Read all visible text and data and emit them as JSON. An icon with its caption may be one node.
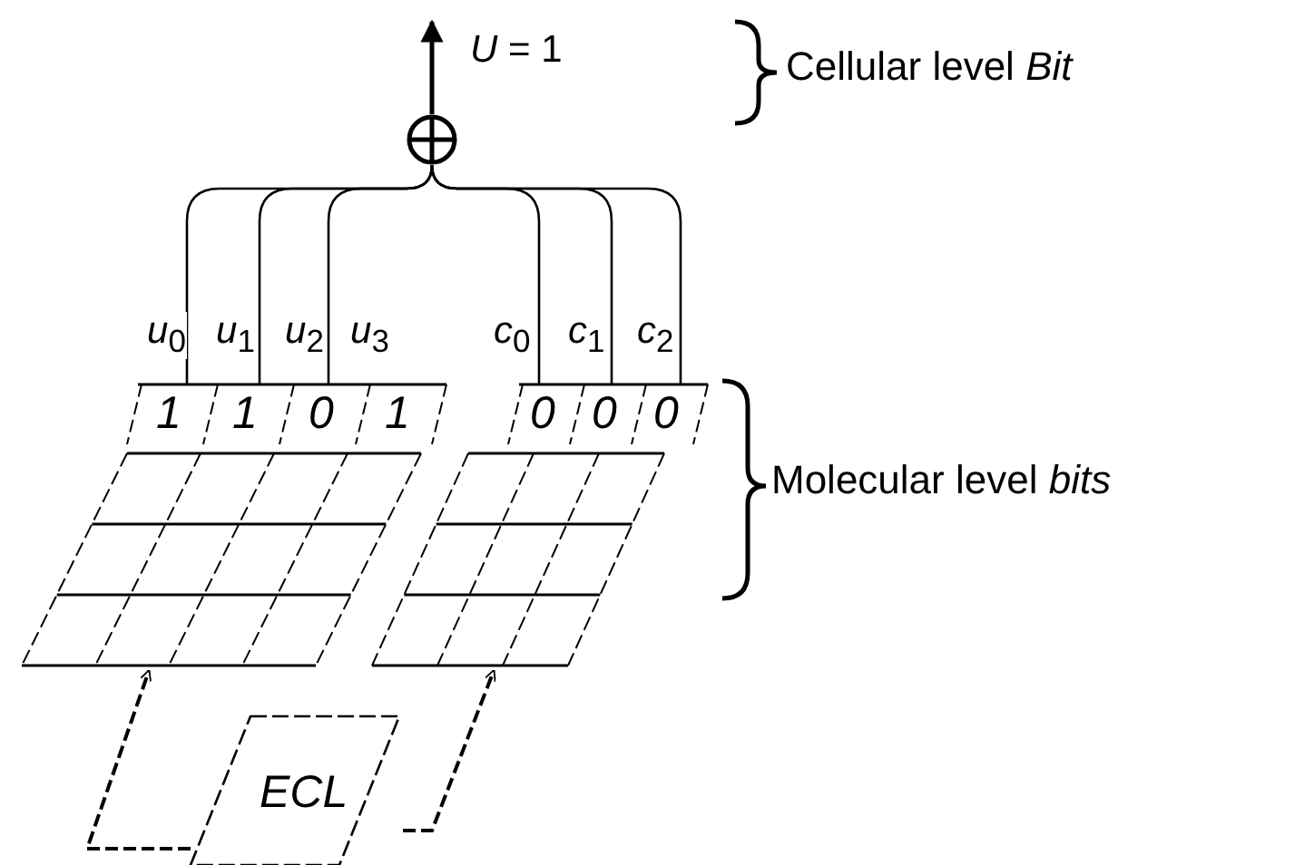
{
  "diagram": {
    "nodes": [
      {
        "text": [],
        "shape": "circle"
      },
      {
        "text": [],
        "shape": "box"
      },
      {
        "text": [
          "1"
        ]
      },
      {
        "text": [
          "1"
        ]
      },
      {
        "text": [
          "0"
        ]
      },
      {
        "text": [
          "1"
        ]
      },
      {
        "text": [],
        "shape": "box"
      },
      {
        "text": [
          "0"
        ]
      },
      {
        "text": [
          "0"
        ]
      },
      {
        "text": [
          "0"
        ]
      },
      {
        "text": [
          "ECL"
        ]
      }
    ],
    "edges": [
      {
        "from": 0,
        "to": null,
        "arrow": "to",
        "label": "*U* = 1"
      },
      {
        "from": 2,
        "to": 0,
        "arrow": "none",
        "label": "*u*$_{0}$"
      },
      {
        "from": 3,
        "to": 0,
        "arrow": "none",
        "label": "*u*$_{1}$"
      },
      {
        "from": 4,
        "to": 0,
        "arrow": "none",
        "label": "*u*$_{2}$"
      },
      {
        "from": 7,
        "to": 0,
        "arrow": "none",
        "label": "*c*$_{0}$"
      },
      {
        "from": 8,
        "to": 0,
        "arrow": "none",
        "label": "*c*$_{1}$"
      },
      {
        "from": 9,
        "to": 0,
        "arrow": "none",
        "label": "*c*$_{2}$"
      },
      {
        "from": 10,
        "to": 1,
        "arrow": "to",
        "style": "dashed"
      },
      {
        "from": 10,
        "to": 6,
        "arrow": "to",
        "style": "dashed"
      }
    ],
    "labels": [
      "*u*$_{3}$",
      "Cellular level *Bit*",
      "Molecular level *bits*"
    ]
  }
}
